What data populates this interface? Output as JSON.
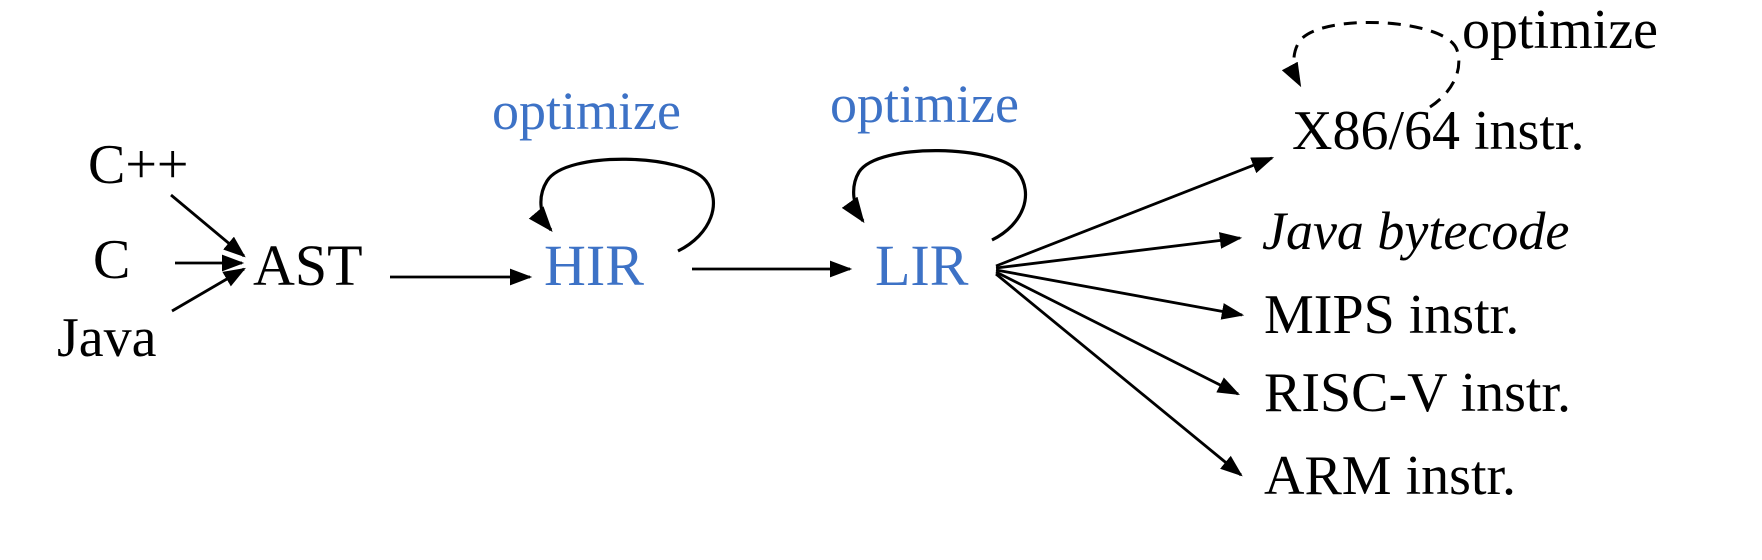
{
  "colors": {
    "accent_blue": "#3d72c6",
    "ink": "#000000",
    "background": "#ffffff"
  },
  "nodes": {
    "source_languages": [
      {
        "label": "C++"
      },
      {
        "label": "C"
      },
      {
        "label": "Java"
      }
    ],
    "ast": {
      "label": "AST"
    },
    "hir": {
      "label": "HIR"
    },
    "lir": {
      "label": "LIR"
    },
    "targets": [
      {
        "label": "X86/64 instr."
      },
      {
        "label": "Java bytecode",
        "style": "italic"
      },
      {
        "label": "MIPS instr."
      },
      {
        "label": "RISC-V instr."
      },
      {
        "label": "ARM instr."
      }
    ]
  },
  "loops": {
    "hir": {
      "label": "optimize",
      "color": "blue",
      "line": "solid"
    },
    "lir": {
      "label": "optimize",
      "color": "blue",
      "line": "solid"
    },
    "x86": {
      "label": "optimize",
      "color": "black",
      "line": "dashed"
    }
  },
  "edges": [
    {
      "from": "C++",
      "to": "AST",
      "line": "solid"
    },
    {
      "from": "C",
      "to": "AST",
      "line": "solid"
    },
    {
      "from": "Java",
      "to": "AST",
      "line": "solid"
    },
    {
      "from": "AST",
      "to": "HIR",
      "line": "solid"
    },
    {
      "from": "HIR",
      "to": "HIR",
      "label": "optimize",
      "line": "solid-loop"
    },
    {
      "from": "HIR",
      "to": "LIR",
      "line": "solid"
    },
    {
      "from": "LIR",
      "to": "LIR",
      "label": "optimize",
      "line": "solid-loop"
    },
    {
      "from": "LIR",
      "to": "X86/64 instr.",
      "line": "solid"
    },
    {
      "from": "LIR",
      "to": "Java bytecode",
      "line": "solid"
    },
    {
      "from": "LIR",
      "to": "MIPS instr.",
      "line": "solid"
    },
    {
      "from": "LIR",
      "to": "RISC-V instr.",
      "line": "solid"
    },
    {
      "from": "LIR",
      "to": "ARM instr.",
      "line": "solid"
    },
    {
      "from": "X86/64 instr.",
      "to": "X86/64 instr.",
      "label": "optimize",
      "line": "dashed-loop"
    }
  ]
}
